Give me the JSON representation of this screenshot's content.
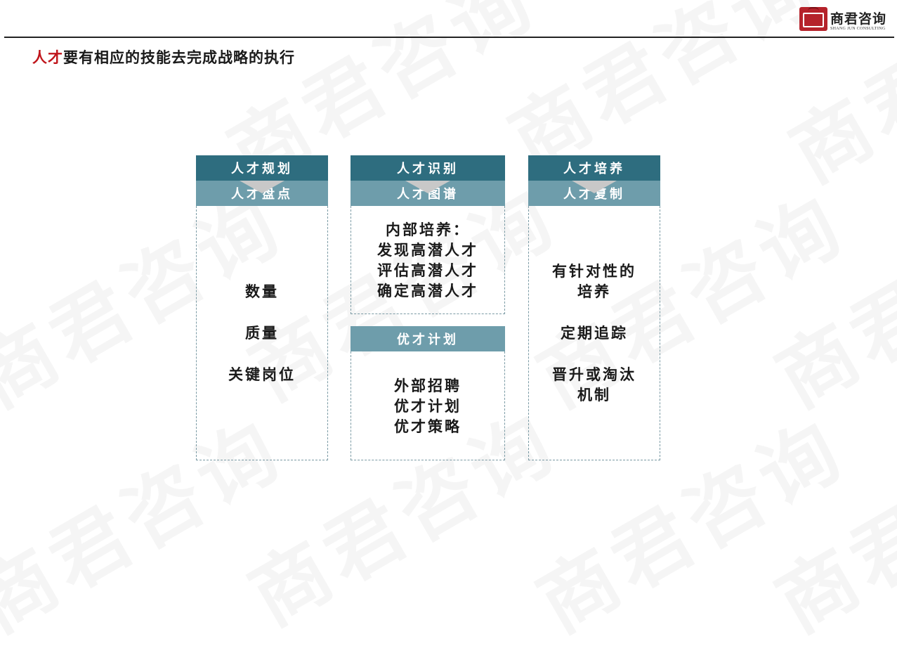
{
  "watermark_text": "商君咨询",
  "logo": {
    "name": "商君咨询",
    "subtitle": "SHANG JUN CONSULTING"
  },
  "title": {
    "highlight": "人才",
    "rest": "要有相应的技能去完成战略的执行"
  },
  "columns": [
    {
      "header": "人才规划",
      "sections": [
        {
          "subheader": "人才盘点",
          "items": [
            "数量",
            "质量",
            "关键岗位"
          ]
        }
      ]
    },
    {
      "header": "人才识别",
      "sections": [
        {
          "subheader": "人才图谱",
          "items": [
            "内部培养：",
            "发现高潜人才",
            "评估高潜人才",
            "确定高潜人才"
          ]
        },
        {
          "subheader": "优才计划",
          "items": [
            "外部招聘",
            "优才计划",
            "优才策略"
          ]
        }
      ]
    },
    {
      "header": "人才培养",
      "sections": [
        {
          "subheader": "人才复制",
          "items": [
            "有针对性的",
            "培养",
            "定期追踪",
            "晋升或淘汰",
            "机制"
          ]
        }
      ]
    }
  ],
  "colors": {
    "header_bg": "#2e6d7f",
    "subheader_bg": "#6e9dab",
    "accent_red": "#c0161c"
  }
}
